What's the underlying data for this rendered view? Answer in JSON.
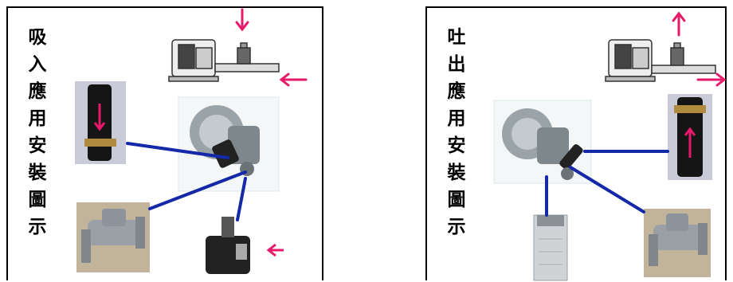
{
  "panels": [
    {
      "title_chars": [
        "吸",
        "入",
        "應",
        "用",
        "安",
        "裝",
        "圖",
        "示"
      ],
      "accent": "#e6196b",
      "line_color": "#1428a8"
    },
    {
      "title_chars": [
        "吐",
        "出",
        "應",
        "用",
        "安",
        "裝",
        "圖",
        "示"
      ],
      "accent": "#e6196b",
      "line_color": "#1428a8"
    }
  ],
  "icons": [
    "blower-icon",
    "check-valve-icon",
    "silencer-icon",
    "manifold-icon",
    "filter-icon",
    "flow-arrow-icon"
  ]
}
